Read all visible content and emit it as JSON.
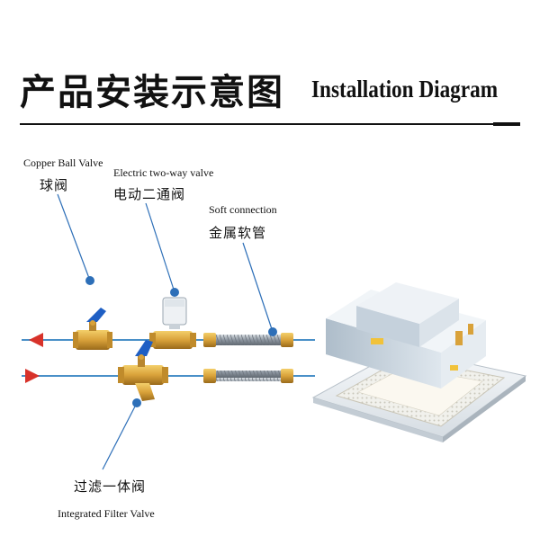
{
  "header": {
    "title_cn": "产品安装示意图",
    "title_en": "Installation Diagram"
  },
  "labels": {
    "copper_ball_valve": {
      "en": "Copper Ball Valve",
      "cn": "球阀"
    },
    "electric_two_way_valve": {
      "en": "Electric two-way valve",
      "cn": "电动二通阀"
    },
    "soft_connection": {
      "en": "Soft connection",
      "cn": "金属软管"
    },
    "integrated_filter_valve": {
      "en": "Integrated Filter Valve",
      "cn": "过滤一体阀"
    }
  },
  "colors": {
    "pipe": "#4a90c8",
    "arrow": "#d8322a",
    "leader": "#2d6fb8",
    "brass": "#d9a23a",
    "hose": "#9aa3ad",
    "unit_body": "#c7d3de",
    "valve_handle": "#1f5fc4"
  }
}
